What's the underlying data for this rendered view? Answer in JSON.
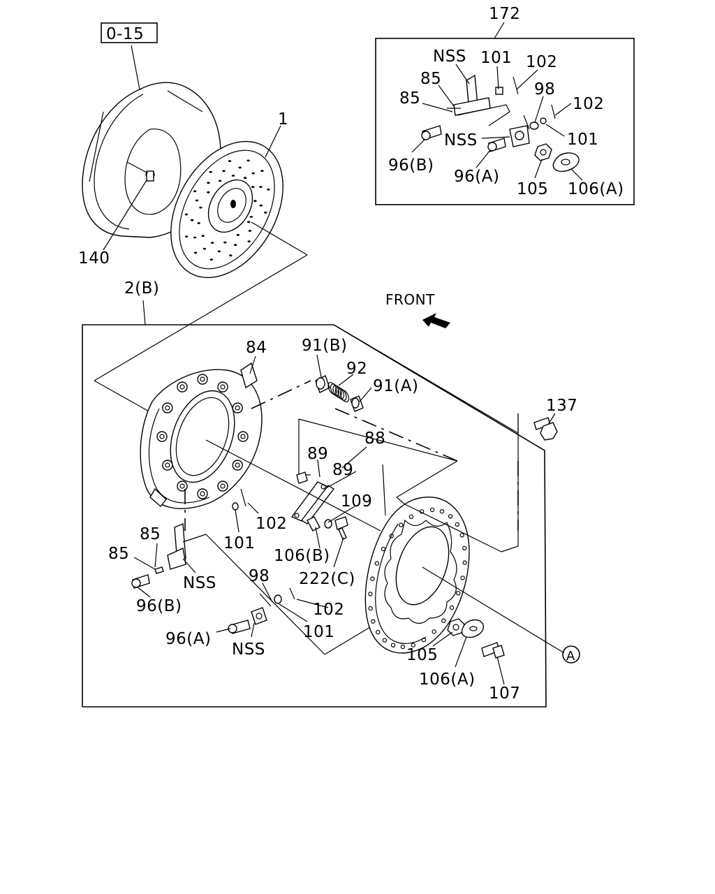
{
  "labels": {
    "ref_box": "0-15",
    "p1": "1",
    "p140": "140",
    "p172": "172",
    "p2b": "2(B)",
    "front": "FRONT",
    "inset": {
      "nss_top": "NSS",
      "p101_a": "101",
      "p102_a": "102",
      "p85_a": "85",
      "p85_b": "85",
      "p98": "98",
      "p102_b": "102",
      "nss_mid": "NSS",
      "p101_b": "101",
      "p96b": "96(B)",
      "p96a": "96(A)",
      "p105": "105",
      "p106a": "106(A)"
    },
    "main": {
      "p84": "84",
      "p91b": "91(B)",
      "p92": "92",
      "p91a": "91(A)",
      "p137": "137",
      "p88": "88",
      "p89_a": "89",
      "p89_b": "89",
      "p109": "109",
      "p102_a": "102",
      "p101_a": "101",
      "p106b": "106(B)",
      "p222c": "222(C)",
      "p85_a": "85",
      "p85_b": "85",
      "nss_a": "NSS",
      "p96b": "96(B)",
      "p98": "98",
      "p102_b": "102",
      "p101_b": "101",
      "p96a": "96(A)",
      "nss_b": "NSS",
      "p105": "105",
      "p106a": "106(A)",
      "p107": "107",
      "circle_a": "A"
    }
  }
}
